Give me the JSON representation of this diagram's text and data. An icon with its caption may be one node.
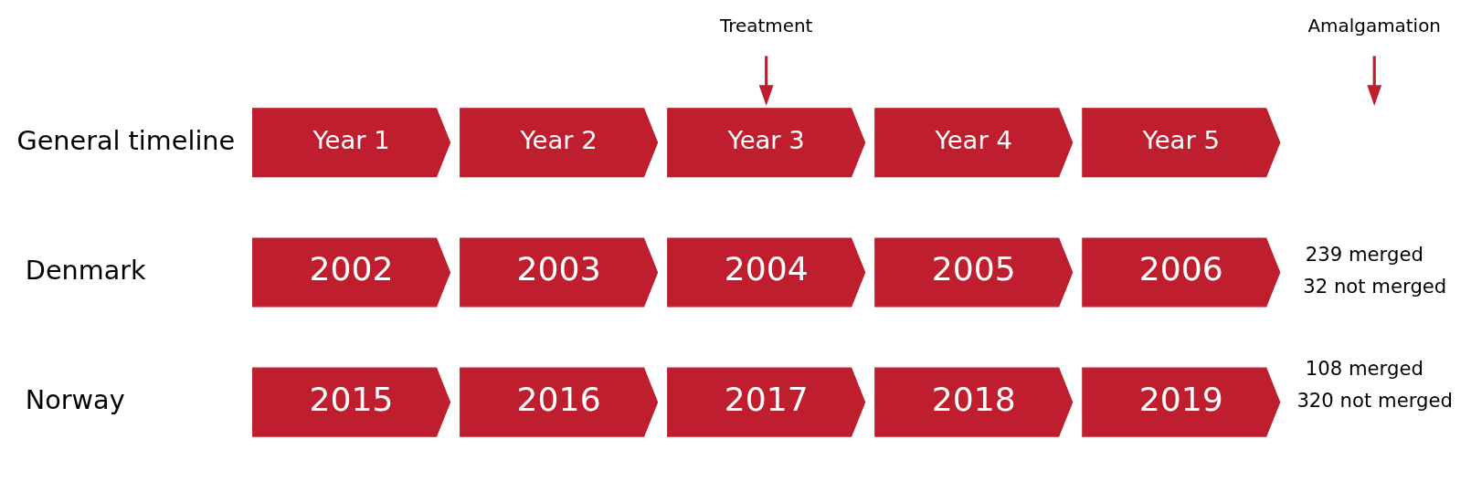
{
  "diagram": {
    "nodes": [
      {
        "text": [
          "Treatment"
        ]
      },
      {
        "text": [
          "Amalgamation"
        ]
      },
      {
        "text": [
          "Year 1"
        ]
      },
      {
        "text": [
          "Year 2"
        ]
      },
      {
        "text": [
          "Year 3"
        ]
      },
      {
        "text": [
          "Year 4"
        ]
      },
      {
        "text": [
          "Year 5"
        ]
      },
      {
        "text": [
          "2002"
        ]
      },
      {
        "text": [
          "2003"
        ]
      },
      {
        "text": [
          "2004"
        ]
      },
      {
        "text": [
          "2005"
        ]
      },
      {
        "text": [
          "2006"
        ]
      },
      {
        "text": [
          "2015"
        ]
      },
      {
        "text": [
          "2016"
        ]
      },
      {
        "text": [
          "2017"
        ]
      },
      {
        "text": [
          "2018"
        ]
      },
      {
        "text": [
          "2019"
        ]
      }
    ],
    "edges": [
      {
        "from": 0,
        "to": 4,
        "arrow": "to"
      },
      {
        "from": 1,
        "to": null,
        "arrow": "to"
      }
    ],
    "labels": [
      "General timeline",
      "Denmark",
      "239 merged",
      "32 not merged",
      "Norway",
      "108 merged",
      "320 not merged"
    ]
  }
}
